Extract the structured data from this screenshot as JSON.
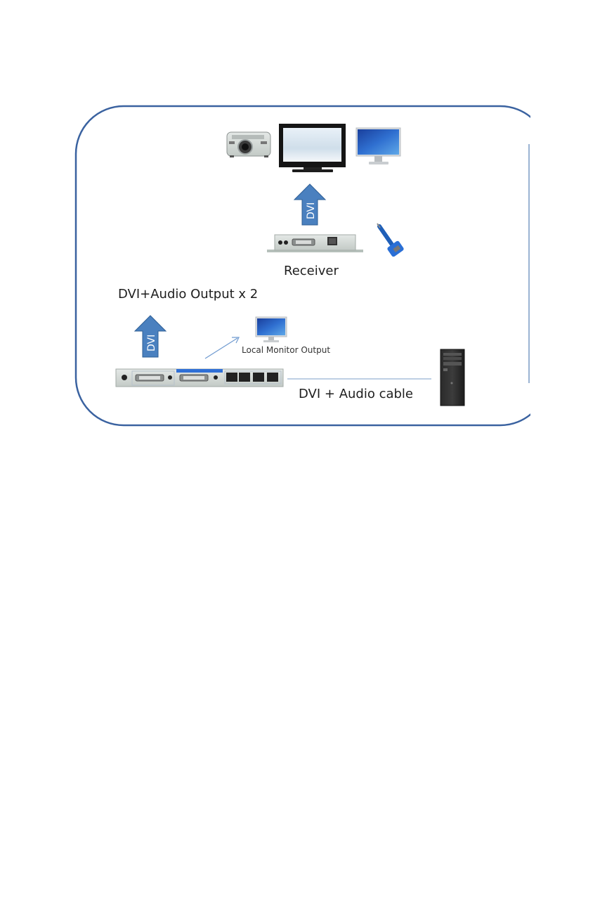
{
  "diagram": {
    "title": "DVI extender connection diagram",
    "frame_color": "#3a62a0",
    "arrow_fill": "#4a80bf",
    "arrow_stroke": "#2f5f96",
    "cable_color": "#a9bfdc",
    "labels": {
      "receiver": "Receiver",
      "output": "DVI+Audio Output x 2",
      "local_monitor": "Local Monitor Output",
      "cable": "DVI + Audio cable",
      "arrow_dvi_top": "DVI",
      "arrow_dvi_bottom": "DVI"
    },
    "devices": [
      {
        "name": "projector",
        "label": ""
      },
      {
        "name": "lcd-tv",
        "label": ""
      },
      {
        "name": "lcd-monitor",
        "label": ""
      },
      {
        "name": "receiver-unit",
        "label": "Receiver"
      },
      {
        "name": "rj45-audio-adapter",
        "label": ""
      },
      {
        "name": "local-monitor",
        "label": "Local Monitor Output"
      },
      {
        "name": "transmitter-unit",
        "label": ""
      },
      {
        "name": "pc-tower",
        "label": ""
      }
    ]
  }
}
